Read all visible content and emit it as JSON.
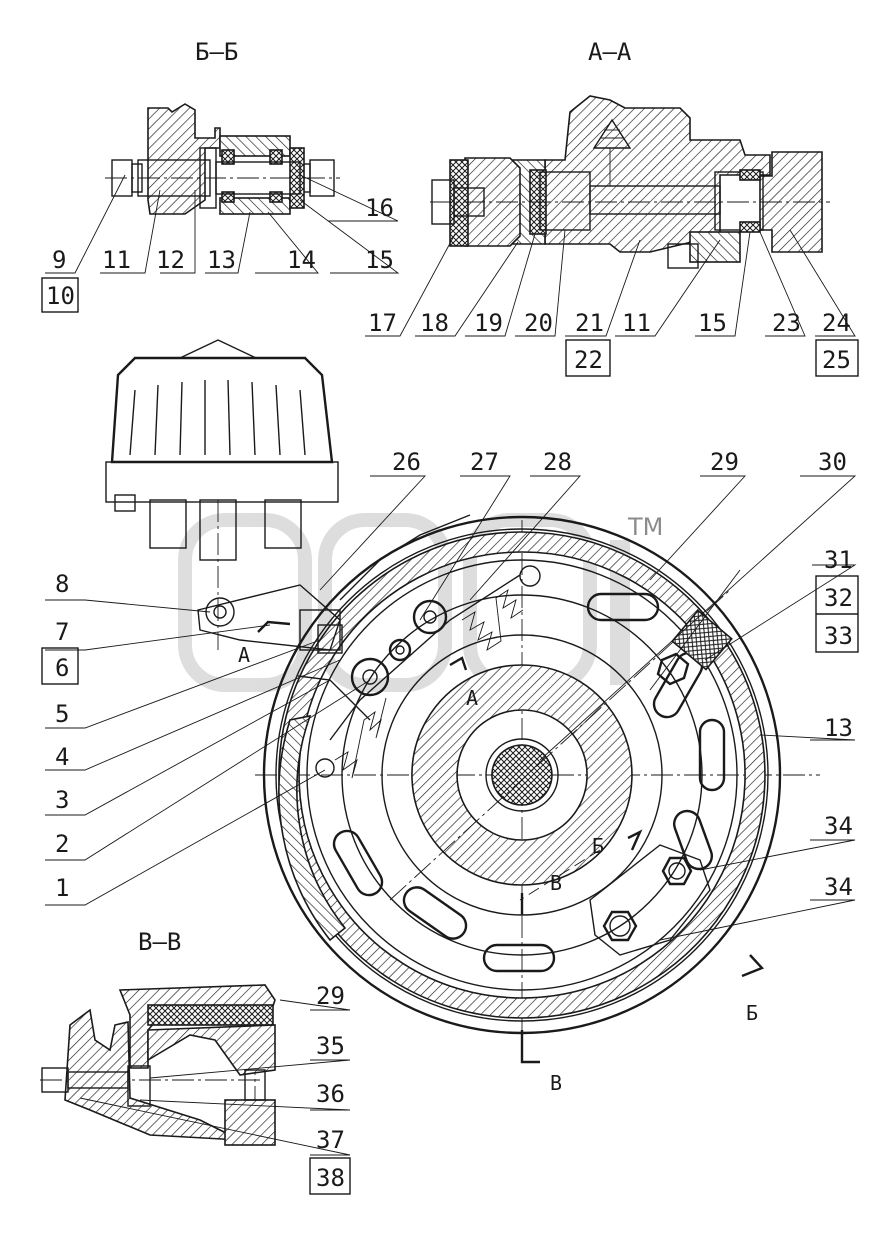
{
  "sections": {
    "bb": "Б–Б",
    "aa": "А–А",
    "vv": "В–В"
  },
  "cut_marks": {
    "a_left": "А",
    "a_right": "А",
    "b_upper": "Б",
    "b_lower": "Б",
    "v_upper": "В",
    "v_lower": "В"
  },
  "watermark": "TM",
  "labels": {
    "n1": "1",
    "n2": "2",
    "n3": "3",
    "n4": "4",
    "n5": "5",
    "n6": "6",
    "n7": "7",
    "n8": "8",
    "n9": "9",
    "n10": "10",
    "n11a": "11",
    "n12": "12",
    "n13a": "13",
    "n14": "14",
    "n15a": "15",
    "n16": "16",
    "n17": "17",
    "n18": "18",
    "n19": "19",
    "n20": "20",
    "n21": "21",
    "n11b": "11",
    "n15b": "15",
    "n22": "22",
    "n23": "23",
    "n24": "24",
    "n25": "25",
    "n26": "26",
    "n27": "27",
    "n28": "28",
    "n29a": "29",
    "n30": "30",
    "n31": "31",
    "n32": "32",
    "n33": "33",
    "n13b": "13",
    "n34a": "34",
    "n34b": "34",
    "n29b": "29",
    "n35": "35",
    "n36": "36",
    "n37": "37",
    "n38": "38"
  }
}
